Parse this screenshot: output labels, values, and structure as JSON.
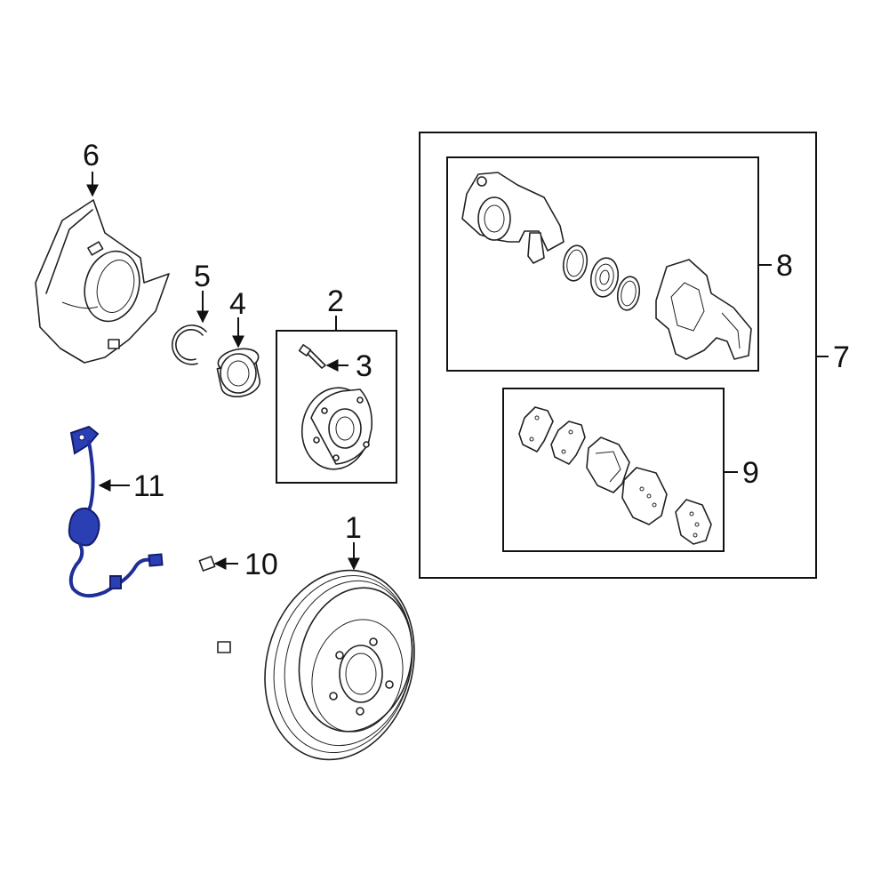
{
  "colors": {
    "highlight": "#2b3fb5",
    "line": "#222222",
    "background": "#ffffff"
  },
  "callouts": {
    "c1": "1",
    "c2": "2",
    "c3": "3",
    "c4": "4",
    "c5": "5",
    "c6": "6",
    "c7": "7",
    "c8": "8",
    "c9": "9",
    "c10": "10",
    "c11": "11"
  },
  "highlighted_part": "11"
}
